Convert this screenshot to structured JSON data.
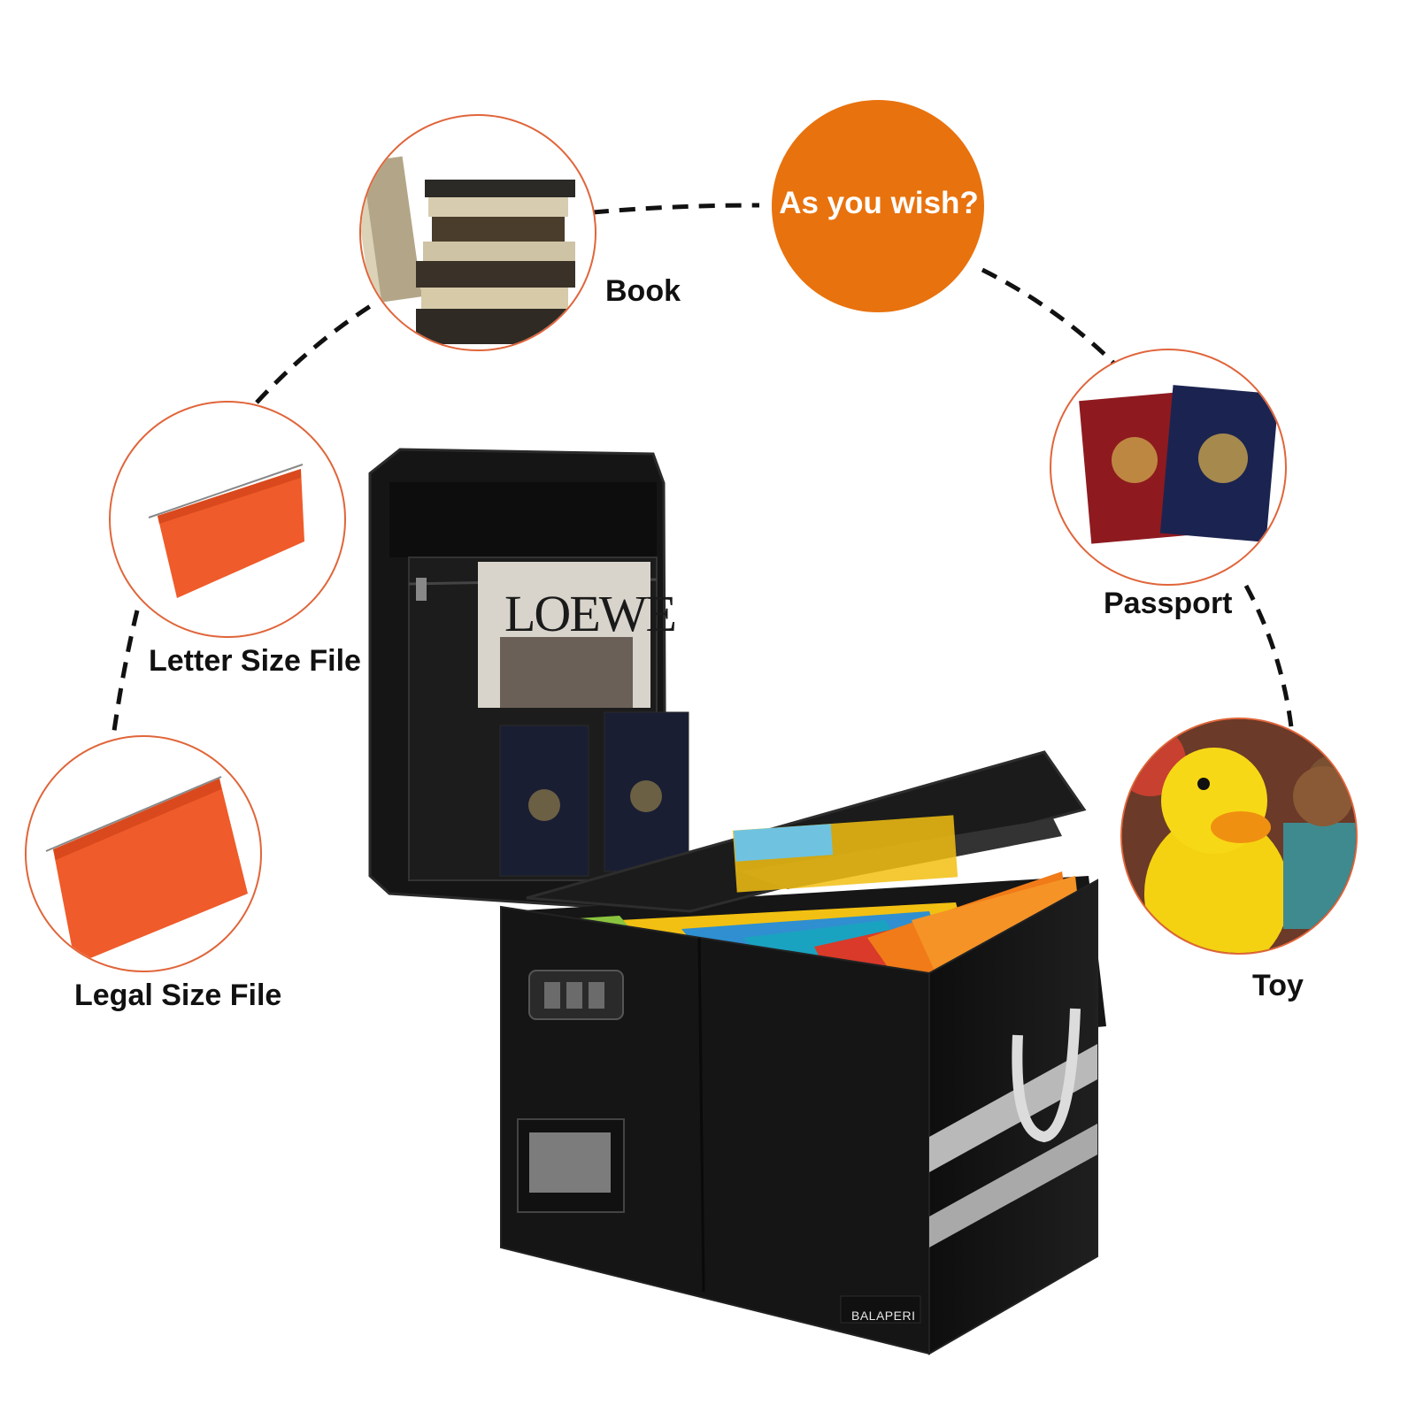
{
  "callouts": {
    "center_text": "As you wish?",
    "book": "Book",
    "passport": "Passport",
    "letter_size_file": "Letter Size File",
    "legal_size_file": "Legal Size File",
    "toy": "Toy"
  },
  "product": {
    "brand": "BALAPERI",
    "magazine_title": "LOEWE"
  },
  "colors": {
    "accent": "#e8720e",
    "circle_border": "#e0653a",
    "file_orange": "#ef5b2a",
    "box_black": "#151515",
    "reflective_stripe": "#b9b9b9"
  }
}
